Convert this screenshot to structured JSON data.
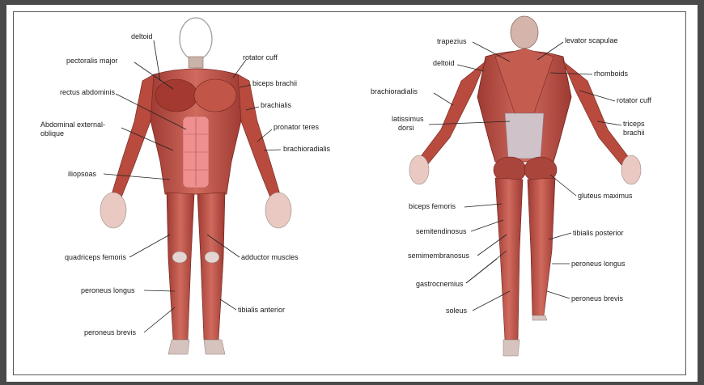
{
  "front": {
    "labels": {
      "deltoid": "deltoid",
      "pectoralis_major": "pectoralis major",
      "rectus_abdominis": "rectus abdominis",
      "abdominal_external_1": "Abdominal external-",
      "abdominal_external_2": "oblique",
      "iliopsoas": "iliopsoas",
      "quadriceps_femoris": "quadriceps femoris",
      "peroneus_longus": "peroneus longus",
      "peroneus_brevis": "peroneus brevis",
      "rotator_cuff": "rotator cuff",
      "biceps_brachii": "biceps brachii",
      "brachialis": "brachialis",
      "pronator_teres": "pronator teres",
      "brachioradialis": "brachioradialis",
      "adductor_muscles": "adductor muscles",
      "tibialis_anterior": "tibialis anterior"
    }
  },
  "back": {
    "labels": {
      "trapezius": "trapezius",
      "deltoid": "deltoid",
      "brachioradialis": "brachioradialis",
      "latissimus_1": "latissimus",
      "latissimus_2": "dorsi",
      "biceps_femoris": "biceps femoris",
      "semitendinosus": "semitendinosus",
      "semimembranosus": "semimembranosus",
      "gastrocnemius": "gastrocnemius",
      "soleus": "soleus",
      "levator_scapulae": "levator scapulae",
      "rhomboids": "rhomboids",
      "rotator_cuff": "rotator cuff",
      "triceps_1": "triceps",
      "triceps_2": "brachii",
      "gluteus_maximus": "gluteus maximus",
      "tibialis_posterior": "tibialis posterior",
      "peroneus_longus": "peroneus longus",
      "peroneus_brevis": "peroneus brevis"
    }
  },
  "colors": {
    "muscle": "#b8433a",
    "muscle_light": "#d9736a",
    "abs": "#ee8a8a",
    "skin_outline": "#9a9a9a",
    "frame": "#4a4a4a"
  }
}
